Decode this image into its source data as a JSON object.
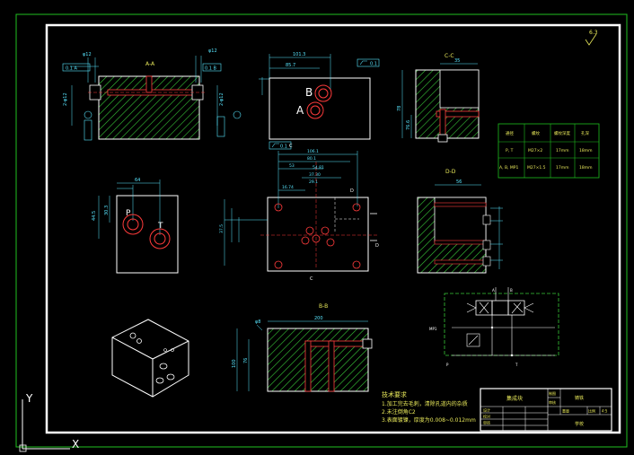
{
  "colors": {
    "background": "#000000",
    "frame_green": "#1fbf1f",
    "line_white": "#ffffff",
    "dim_cyan": "#58e6ff",
    "hatch_green": "#38c838",
    "hole_red": "#ff3b3b",
    "text_yellow": "#e8e85a"
  },
  "labels": {
    "section_aa": "A-A",
    "section_cc": "C-C",
    "section_bb": "B-B",
    "section_dd": "D-D",
    "port_b": "B",
    "port_a": "A",
    "port_p": "P",
    "port_t": "T",
    "cut_c": "C",
    "cut_d": "D",
    "roughness_symbol": "6.3",
    "flatness_value": "0.1",
    "perp_value": "0.1",
    "axis_y": "Y",
    "axis_x": "X"
  },
  "dims": {
    "aa_top1": "φ12",
    "aa_top2": "φ12",
    "aa_tol1": "0.1 A",
    "aa_tol2": "0.1 B",
    "aa_left": "2-φ12",
    "aa_right": "2-φ12",
    "top_w1": "101.3",
    "top_w2": "85.7",
    "cc_w": "35",
    "cc_h": "78",
    "cc_h2": "76.6",
    "pt_w": "64",
    "pt_h1": "44.5",
    "pt_h2": "30.3",
    "mid_w1": "106.1",
    "mid_w2": "80.1",
    "mid_w3": "53",
    "mid_w4": "54.81",
    "mid_w5": "37.30",
    "mid_w6": "29.1",
    "mid_w7": "16.74",
    "mid_w8": "37.5",
    "dd_w": "56",
    "bb_w": "200",
    "bb_h": "100",
    "bb_h2": "76",
    "bb_dia": "φ8"
  },
  "table": {
    "headers": [
      "通径",
      "螺纹",
      "螺纹深度",
      "孔深"
    ],
    "rows": [
      [
        "P, T",
        "M27×2",
        "17mm",
        "18mm"
      ],
      [
        "A, B, MP1",
        "M27×1.5",
        "17mm",
        "18mm"
      ]
    ]
  },
  "schematic": {
    "label_left": "MP1",
    "label_p": "P",
    "label_t": "T",
    "label_a": "A",
    "label_b": "B"
  },
  "notes": {
    "title": "技术要求",
    "line1": "1.加工完去毛刺，清除孔道内的杂质",
    "line2": "2.未注倒角C2",
    "line3": "3.表面镀镍，厚度为0.008~0.012mm"
  },
  "title_block": {
    "name": "集成块",
    "material": "铸铁",
    "scale_label": "比例",
    "scale": "4:5",
    "sheet_label": "重量",
    "drawn": "制图",
    "checked": "审核",
    "school": "学校",
    "row_labels": [
      "设计",
      "校对",
      "审核"
    ]
  }
}
